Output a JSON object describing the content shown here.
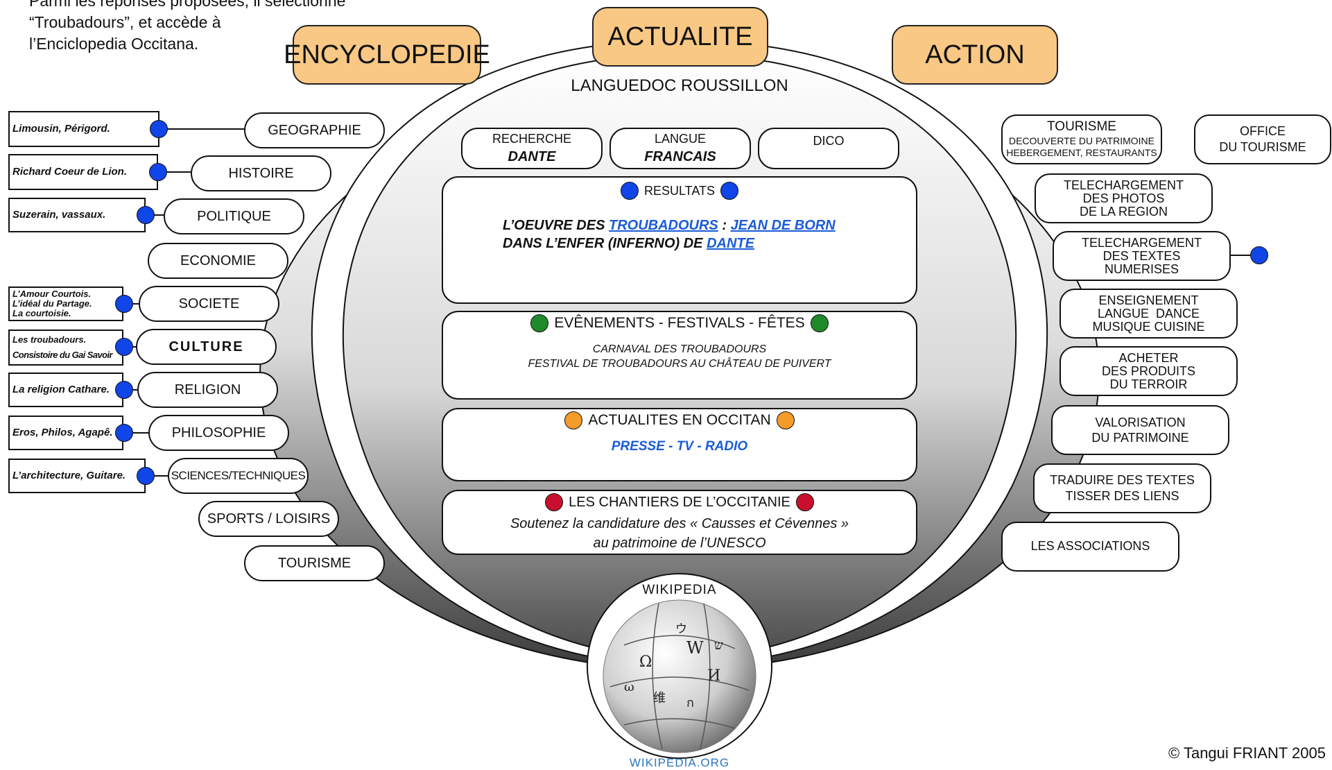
{
  "intro_text": [
    "Parmi les réponses proposées, il sélectionne",
    "“Troubadours”, et accède à",
    "l’Enciclopedia Occitana."
  ],
  "headers": {
    "encyclopedie": "ENCYCLOPEDIE",
    "actualite": "ACTUALITE",
    "action": "ACTION"
  },
  "region": "LANGUEDOC ROUSSILLON",
  "search": {
    "recherche": {
      "label": "RECHERCHE",
      "value": "DANTE"
    },
    "langue": {
      "label": "LANGUE",
      "value": "FRANCAIS"
    },
    "dico": {
      "label": "DICO"
    }
  },
  "resultats": {
    "title": "RESULTATS",
    "line1_prefix": "L’OEUVRE DES ",
    "line1_link1": "TROUBADOURS",
    "line1_sep": " : ",
    "line1_link2": "JEAN DE BORN",
    "line2_prefix": "DANS L’ENFER (INFERNO) DE ",
    "line2_link": "DANTE"
  },
  "evenements": {
    "title": "EVÊNEMENTS - FESTIVALS - FÊTES",
    "line1": "CARNAVAL DES TROUBADOURS",
    "line2": "FESTIVAL DE TROUBADOURS AU CHÂTEAU DE PUIVERT"
  },
  "actualites": {
    "title": "ACTUALITES EN OCCITAN",
    "text": "PRESSE - TV - RADIO"
  },
  "chantiers": {
    "title": "LES CHANTIERS DE L’OCCITANIE",
    "line1": "Soutenez la candidature des « Causses et Cévennes »",
    "line2": "au patrimoine de l’UNESCO"
  },
  "left_categories": [
    "GEOGRAPHIE",
    "HISTOIRE",
    "POLITIQUE",
    "ECONOMIE",
    "SOCIETE",
    "CULTURE",
    "RELIGION",
    "PHILOSOPHIE",
    "SCIENCES/TECHNIQUES",
    "SPORTS / LOISIRS",
    "TOURISME"
  ],
  "left_notes": {
    "geographie": [
      "Limousin, Périgord."
    ],
    "histoire": [
      "Richard Coeur de Lion."
    ],
    "politique": [
      "Suzerain, vassaux."
    ],
    "societe": [
      "L’Amour Courtois.",
      "L’idéal du Partage.",
      "La courtoisie."
    ],
    "culture": [
      "Les troubadours.",
      "Consistoire du Gai Savoir"
    ],
    "religion": [
      "La religion Cathare."
    ],
    "philosophie": [
      "Eros, Philos, Agapê."
    ],
    "sciences": [
      "L’architecture, Guitare."
    ]
  },
  "right_actions": {
    "tourisme": {
      "title": "TOURISME",
      "sub1": "DECOUVERTE DU PATRIMOINE",
      "sub2": "HEBERGEMENT, RESTAURANTS"
    },
    "office": [
      "OFFICE",
      "DU TOURISME"
    ],
    "photos": [
      "TELECHARGEMENT",
      "DES PHOTOS",
      "DE LA REGION"
    ],
    "textes": [
      "TELECHARGEMENT",
      "DES TEXTES",
      "NUMERISES"
    ],
    "enseignement": [
      "ENSEIGNEMENT",
      "LANGUE  DANCE",
      "MUSIQUE CUISINE"
    ],
    "acheter": [
      "ACHETER",
      "DES PRODUITS",
      "DU TERROIR"
    ],
    "valorisation": [
      "VALORISATION",
      "DU PATRIMOINE"
    ],
    "traduire": [
      "TRADUIRE DES TEXTES",
      "TISSER DES LIENS"
    ],
    "associations": [
      "LES ASSOCIATIONS"
    ]
  },
  "wikipedia": {
    "label": "WIKIPEDIA",
    "url_text": "WIKIPEDIA.ORG",
    "glyphs": [
      "Ω",
      "W",
      "И",
      "ウ",
      "维",
      "ω",
      "ש",
      "ก"
    ]
  },
  "copyright": "© Tangui FRIANT 2005",
  "colors": {
    "header_fill": "#f8c884",
    "blue_dot": "#1045e8",
    "green_dot": "#1f8a2a",
    "orange_dot": "#f59b2a",
    "red_dot": "#c8102e",
    "link": "#1a5bd8"
  }
}
